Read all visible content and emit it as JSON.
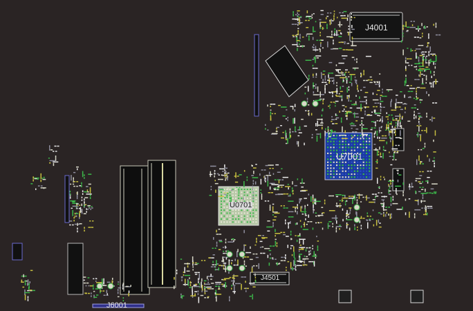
{
  "viewer": {
    "background_color": "#2a2424",
    "pad_colors": [
      "#d8d8c8",
      "#3cb84a",
      "#e8e8e8",
      "#c8c040",
      "#9090a0"
    ]
  },
  "labels": {
    "j4001": "J4001",
    "u7001": "U7001",
    "u0701": "U0701",
    "j4501": "J4501",
    "j6001": "J6001"
  }
}
